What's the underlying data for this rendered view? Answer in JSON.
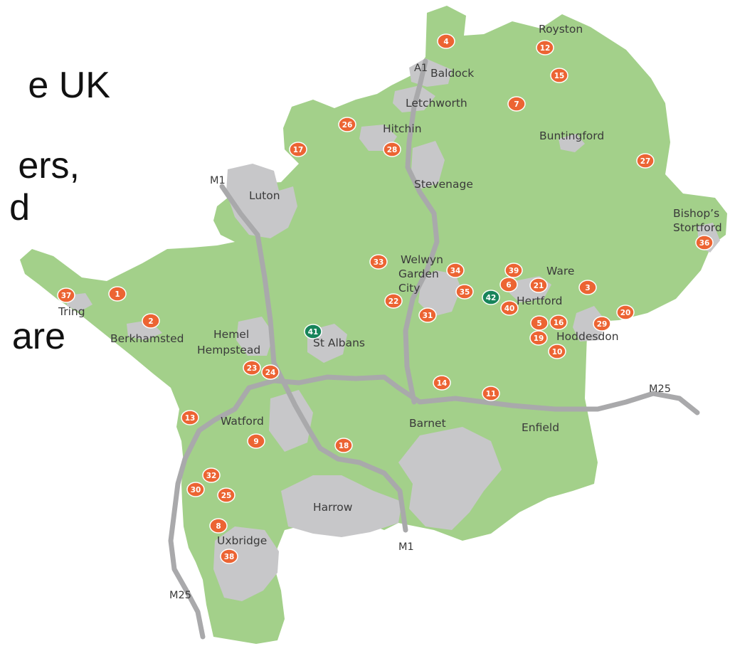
{
  "slide_text": [
    "e UK",
    "ers,",
    "d",
    "are"
  ],
  "colors": {
    "land": "#a3d08a",
    "urban": "#c7c7c9",
    "road": "#a9a9ab",
    "marker_orange": "#ec6433",
    "marker_green": "#17845a"
  },
  "roads": [
    "A1",
    "M1",
    "M1",
    "M25",
    "M25"
  ],
  "towns": [
    "Royston",
    "Baldock",
    "Letchworth",
    "Hitchin",
    "Buntingford",
    "Luton",
    "Stevenage",
    "Bishop’s",
    "Stortford",
    "Welwyn",
    "Garden",
    "City",
    "Ware",
    "Hertford",
    "Tring",
    "Berkhamsted",
    "Hemel",
    "Hempstead",
    "St Albans",
    "Hoddesdon",
    "Watford",
    "Barnet",
    "Enfield",
    "Harrow",
    "Uxbridge"
  ],
  "markers": [
    "4",
    "12",
    "15",
    "7",
    "26",
    "28",
    "17",
    "27",
    "36",
    "33",
    "34",
    "39",
    "6",
    "21",
    "3",
    "35",
    "22",
    "42",
    "40",
    "31",
    "37",
    "1",
    "2",
    "41",
    "5",
    "16",
    "29",
    "20",
    "19",
    "10",
    "23",
    "24",
    "14",
    "11",
    "13",
    "9",
    "18",
    "32",
    "30",
    "25",
    "8",
    "38"
  ]
}
